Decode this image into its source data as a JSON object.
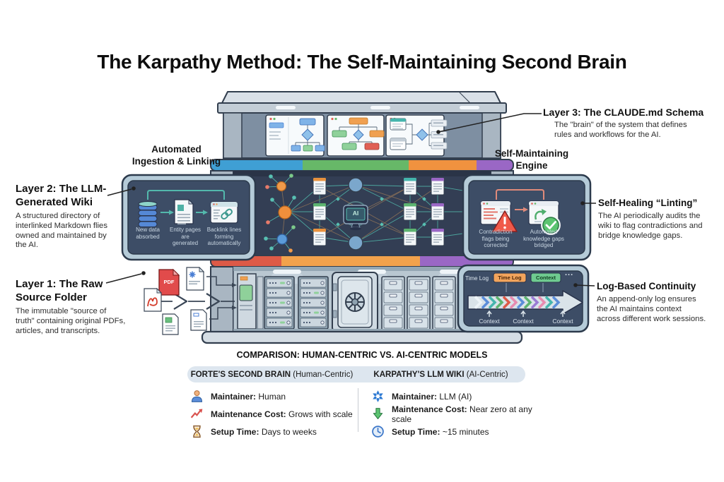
{
  "title": "The Karpathy Method: The Self-Maintaining Second Brain",
  "floor_labels": {
    "ingestion": "Automated\nIngestion & Linking",
    "engine": "Self-Maintaining\nEngine"
  },
  "annotations": {
    "layer3": {
      "title": "Layer 3: The CLAUDE.md Schema",
      "body": "The \"brain\" of the system that defines\nrules and workflows for the AI."
    },
    "layer2": {
      "title": "Layer 2: The LLM-\nGenerated Wiki",
      "body": "A structured directory of\ninterlinked Markdown flies\nowned and maintained by\nthe AI."
    },
    "layer1": {
      "title": "Layer 1: The Raw\nSource Folder",
      "body": "The immutable \"source of\ntruth\" containing original PDFs,\narticles, and transcripts."
    },
    "self_healing": {
      "title": "Self-Healing “Linting”",
      "body": "The AI periodically audits the\nwiki to flag contradictions and\nbridge knowledge gaps."
    },
    "log_based": {
      "title": "Log-Based Continuity",
      "body": "An append-only log ensures\nthe AI maintains context\nacross different work sessions."
    }
  },
  "building": {
    "ai_label": "AI",
    "pdf_label": "PDF",
    "wiki_panel": {
      "items": [
        "New data\nabsorbed",
        "Entity pages\nare\ngenerated",
        "Backlink lines\nforming\nautomatically"
      ]
    },
    "engine_panel": {
      "items": [
        "Contradiction\nflags being\ncorrected",
        "Automated\nknowledge gaps\nbridged"
      ]
    },
    "log_panel": {
      "left_label": "Time Log",
      "badge_time_log": "Time Log",
      "badge_context": "Context",
      "ellipsis": "...",
      "context_labels": [
        "Context",
        "Context",
        "Context"
      ]
    }
  },
  "comparison": {
    "title": "COMPARISON: HUMAN-CENTRIC VS. AI-CENTRIC MODELS",
    "left_header_bold": "FORTE'S SECOND BRAIN",
    "left_header_rest": "(Human-Centric)",
    "right_header_bold": "KARPATHY'S LLM WIKI",
    "right_header_rest": "(AI-Centric)",
    "left_rows": [
      {
        "label": "Maintainer:",
        "value": "Human"
      },
      {
        "label": "Maintenance Cost:",
        "value": "Grows with scale"
      },
      {
        "label": "Setup Time:",
        "value": "Days to weeks"
      }
    ],
    "right_rows": [
      {
        "label": "Maintainer:",
        "value": "LLM (AI)"
      },
      {
        "label": "Maintenance Cost:",
        "value": "Near zero at any scale"
      },
      {
        "label": "Setup Time:",
        "value": "~15 minutes"
      }
    ]
  },
  "colors": {
    "band_blue": "#3f9fd4",
    "band_green": "#67b868",
    "band_orange": "#f0923f",
    "band_purple": "#9a67c5",
    "band_red": "#dd5a47",
    "panel_dark": "#3d4d66",
    "panel_border": "#b5cbd8",
    "teal_accent": "#4fb0a5",
    "salmon_accent": "#e08a7a",
    "warning_red": "#f05a4a",
    "ok_green": "#5cc470"
  }
}
